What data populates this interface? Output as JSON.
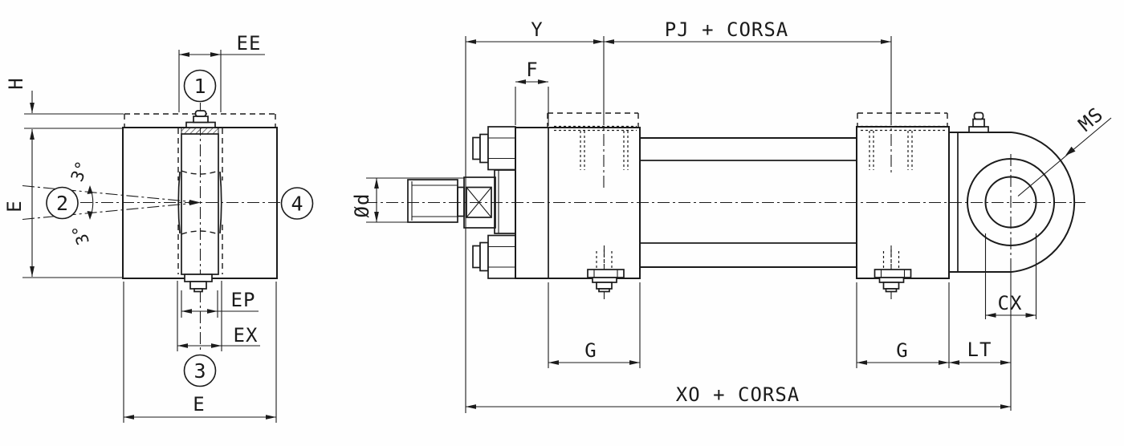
{
  "drawing": {
    "balloons": [
      "1",
      "2",
      "3",
      "4"
    ],
    "labels": {
      "ee": "EE",
      "h": "H",
      "e_side": "E",
      "deg_top": "3°",
      "deg_bottom": "3°",
      "ep": "EP",
      "ex": "EX",
      "e_bottom": "E",
      "y": "Y",
      "pj_corsa": "PJ + CORSA",
      "f": "F",
      "rod_diameter": "Ød",
      "ms": "MS",
      "cx": "CX",
      "g_left": "G",
      "g_right": "G",
      "lt": "LT",
      "xo_corsa": "XO + CORSA"
    },
    "colors": {
      "line": "#1b1b1b",
      "background": "#ffffff"
    }
  }
}
